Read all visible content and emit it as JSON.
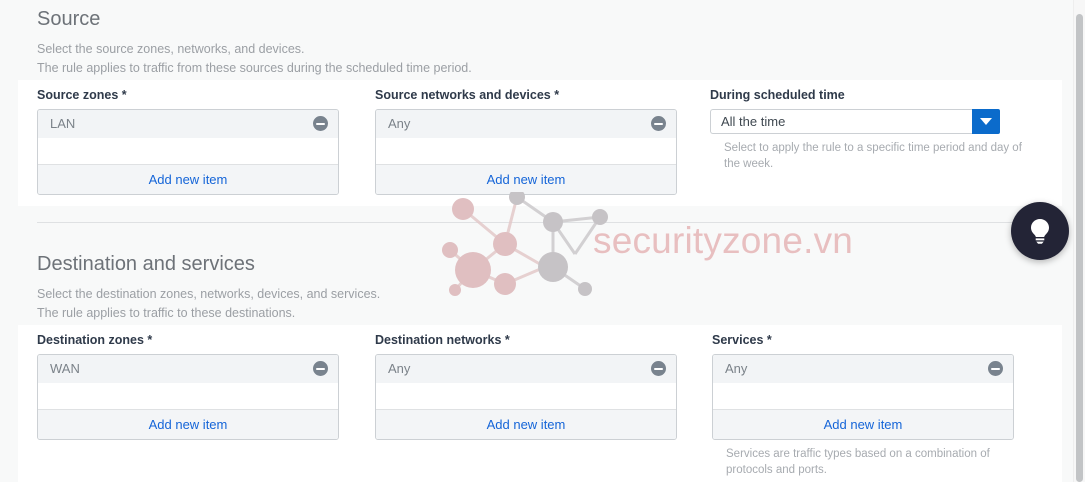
{
  "watermark": {
    "text": "securityzone.vn",
    "color": "#e8bfc0"
  },
  "sections": [
    {
      "id": "source",
      "title": "Source",
      "sub1": "Select the source zones, networks, and devices.",
      "sub2": "The rule applies to traffic from these sources during the scheduled time period.",
      "fields": [
        {
          "label": "Source zones *",
          "items": [
            "LAN"
          ],
          "add_label": "Add new item",
          "helper": ""
        },
        {
          "label": "Source networks and devices *",
          "items": [
            "Any"
          ],
          "add_label": "Add new item",
          "helper": ""
        }
      ],
      "select": {
        "label": "During scheduled time",
        "value": "All the time",
        "helper": "Select to apply the rule to a specific time period and day of the week.",
        "accent": "#0b6bcb"
      }
    },
    {
      "id": "destination",
      "title": "Destination and services",
      "sub1": "Select the destination zones, networks, devices, and services.",
      "sub2": "The rule applies to traffic to these destinations.",
      "fields": [
        {
          "label": "Destination zones *",
          "items": [
            "WAN"
          ],
          "add_label": "Add new item",
          "helper": ""
        },
        {
          "label": "Destination networks *",
          "items": [
            "Any"
          ],
          "add_label": "Add new item",
          "helper": ""
        },
        {
          "label": "Services *",
          "items": [
            "Any"
          ],
          "add_label": "Add new item",
          "helper": "Services are traffic types based on a combination of protocols and ports."
        }
      ]
    }
  ],
  "help_fab": {
    "icon": "lightbulb-icon"
  }
}
